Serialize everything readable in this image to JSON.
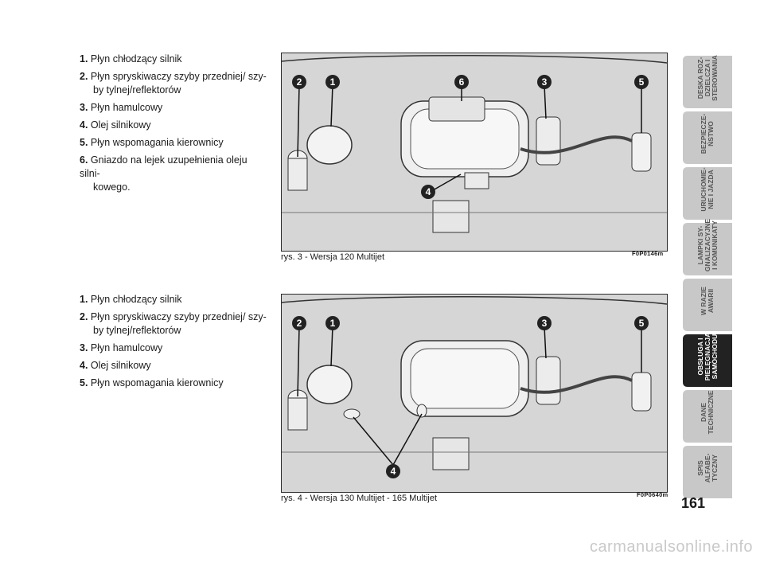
{
  "list1": [
    {
      "num": "1.",
      "text": "Płyn chłodzący silnik",
      "cont": ""
    },
    {
      "num": "2.",
      "text": "Płyn spryskiwaczy szyby przedniej/ szy-",
      "cont": "by tylnej/reflektorów"
    },
    {
      "num": "3.",
      "text": "Płyn hamulcowy",
      "cont": ""
    },
    {
      "num": "4.",
      "text": "Olej silnikowy",
      "cont": ""
    },
    {
      "num": "5.",
      "text": "Płyn wspomagania kierownicy",
      "cont": ""
    },
    {
      "num": "6.",
      "text": "Gniazdo na lejek uzupełnienia oleju silni-",
      "cont": "kowego."
    }
  ],
  "list2": [
    {
      "num": "1.",
      "text": "Płyn chłodzący silnik",
      "cont": ""
    },
    {
      "num": "2.",
      "text": "Płyn spryskiwaczy szyby przedniej/ szy-",
      "cont": "by tylnej/reflektorów"
    },
    {
      "num": "3.",
      "text": "Płyn hamulcowy",
      "cont": ""
    },
    {
      "num": "4.",
      "text": "Olej silnikowy",
      "cont": ""
    },
    {
      "num": "5.",
      "text": "Płyn wspomagania kierownicy",
      "cont": ""
    }
  ],
  "figure1": {
    "caption": "rys. 3 - Wersja 120 Multijet",
    "code": "F0P0146m",
    "markers": [
      "2",
      "1",
      "6",
      "3",
      "5",
      "4"
    ]
  },
  "figure2": {
    "caption": "rys. 4 - Wersja 130 Multijet - 165 Multijet",
    "code": "F0P0640m",
    "markers": [
      "2",
      "1",
      "3",
      "5",
      "4"
    ]
  },
  "tabs": [
    {
      "label": "DESKA ROZ-\nDZIELCZA I\nSTEROWANIA",
      "active": false
    },
    {
      "label": "BEZPIECZE-\nŃSTWO",
      "active": false
    },
    {
      "label": "URUCHOMIE-\nNIE I JAZDA",
      "active": false
    },
    {
      "label": "LAMPKI SY-\nGNALIZACYJNE\nI KOMUNIKATY",
      "active": false
    },
    {
      "label": "W RAZIE\nAWARII",
      "active": false
    },
    {
      "label": "OBSŁUGA I\nPIELĘGNACJA\nSAMOCHODU",
      "active": true
    },
    {
      "label": "DANE\nTECHNICZNE",
      "active": false
    },
    {
      "label": "SPIS ALFABE-\nTYCZNY",
      "active": false
    }
  ],
  "page_number": "161",
  "watermark": "carmanualsonline.info",
  "colors": {
    "tab_inactive": "#c8c8c8",
    "tab_active": "#222222",
    "figure_bg": "#d8d8d8",
    "line": "#2b2b2b"
  }
}
